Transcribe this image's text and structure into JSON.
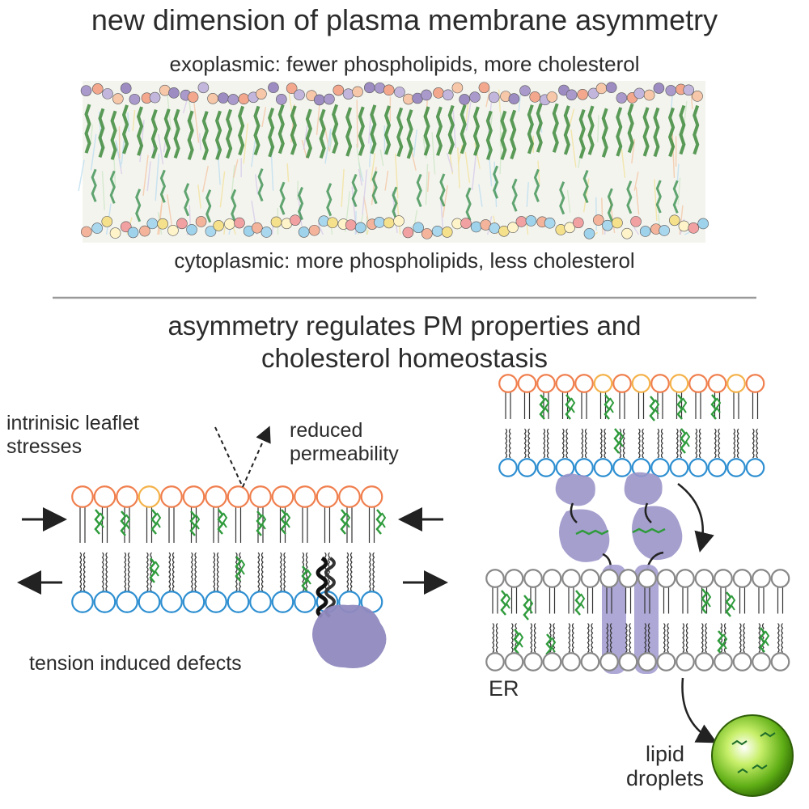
{
  "title": "new dimension of plasma membrane asymmetry",
  "top_panel": {
    "exoplasmic_label": "exoplasmic: fewer phospholipids, more cholesterol",
    "cytoplasmic_label": "cytoplasmic: more phospholipids, less cholesterol"
  },
  "bottom_panel": {
    "title_line1": "asymmetry regulates PM properties and",
    "title_line2": "cholesterol homeostasis",
    "stress_line1": "intrinisic leaflet",
    "stress_line2": "stresses",
    "permeability_line1": "reduced",
    "permeability_line2": "permeability",
    "tension_label": "tension induced defects",
    "er_label": "ER",
    "droplet_line1": "lipid",
    "droplet_line2": "droplets"
  },
  "colors": {
    "exo_headgroup": "#f07f4e",
    "exo_headgroup_alt": "#f4b24a",
    "cyto_headgroup": "#2e8fd1",
    "cholesterol": "#2f9b3c",
    "protein": "#9b95c9",
    "droplet": "#6fbf1d",
    "separator": "#999999"
  }
}
